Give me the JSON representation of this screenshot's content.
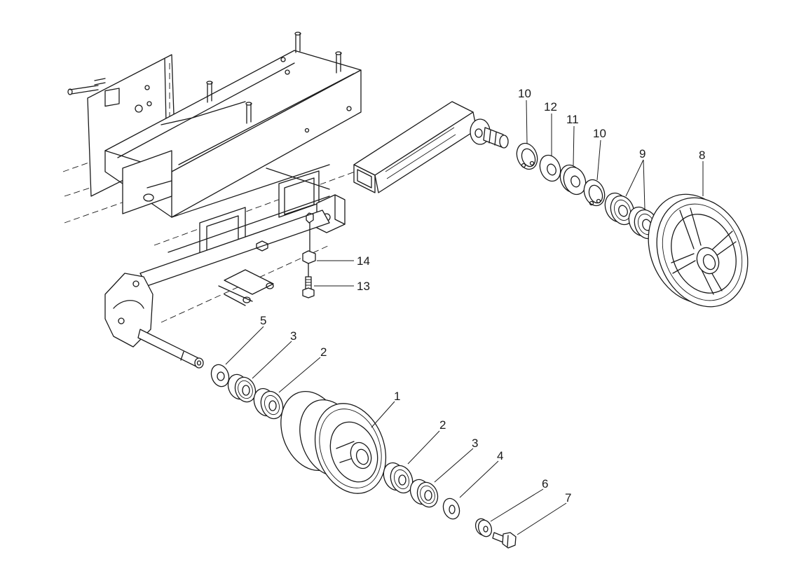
{
  "diagram": {
    "callouts": [
      {
        "id": "c1",
        "text": "1"
      },
      {
        "id": "c2a",
        "text": "2"
      },
      {
        "id": "c2b",
        "text": "2"
      },
      {
        "id": "c3a",
        "text": "3"
      },
      {
        "id": "c3b",
        "text": "3"
      },
      {
        "id": "c4",
        "text": "4"
      },
      {
        "id": "c5",
        "text": "5"
      },
      {
        "id": "c6",
        "text": "6"
      },
      {
        "id": "c7",
        "text": "7"
      },
      {
        "id": "c8",
        "text": "8"
      },
      {
        "id": "c9",
        "text": "9"
      },
      {
        "id": "c10a",
        "text": "10"
      },
      {
        "id": "c10b",
        "text": "10"
      },
      {
        "id": "c11",
        "text": "11"
      },
      {
        "id": "c12",
        "text": "12"
      },
      {
        "id": "c13",
        "text": "13"
      },
      {
        "id": "c14",
        "text": "14"
      }
    ]
  }
}
